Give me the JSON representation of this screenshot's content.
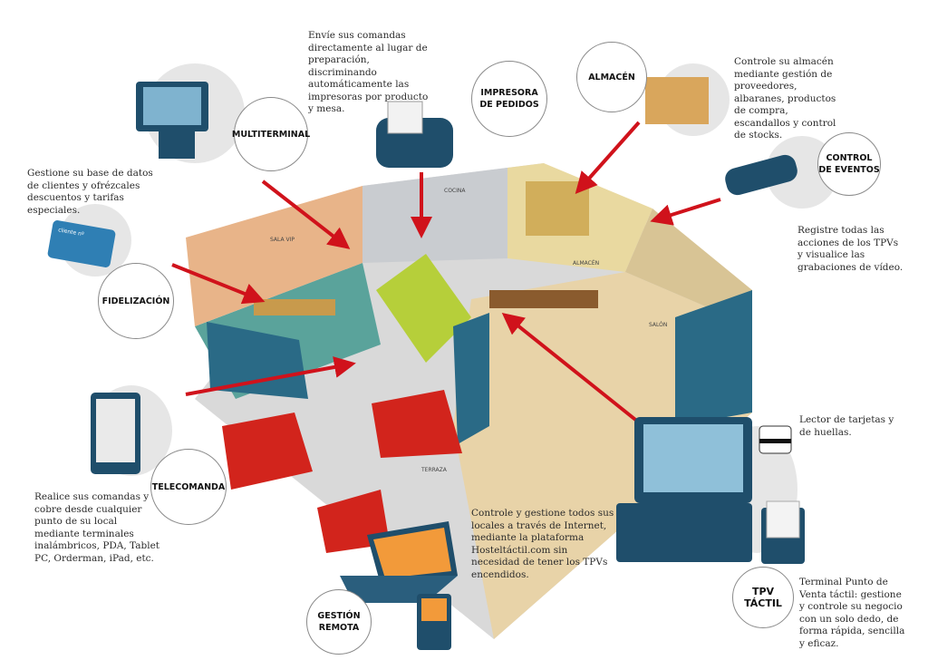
{
  "features": [
    {
      "id": "multiterminal",
      "title": "MULTITERMINAL",
      "text": "Envíe sus comandas directamente al lugar de preparación, discriminando automáticamente las impresoras por producto y mesa."
    },
    {
      "id": "impresora",
      "title_lines": [
        "IMPRESORA",
        "DE PEDIDOS"
      ]
    },
    {
      "id": "almacen",
      "title": "ALMACÉN",
      "text": "Controle su almacén mediante gestión de proveedores, albaranes, productos de compra, escandallos y control de stocks."
    },
    {
      "id": "control",
      "title_lines": [
        "CONTROL",
        "DE EVENTOS"
      ],
      "text": "Registre todas las acciones de los TPVs y visualice las grabaciones de vídeo."
    },
    {
      "id": "fidelizacion",
      "title": "FIDELIZACIÓN",
      "text": "Gestione su base de datos de clientes y ofrézcales descuentos y tarifas especiales."
    },
    {
      "id": "telecomanda",
      "title": "TELECOMANDA",
      "text": "Realice sus comandas y cobre desde cualquier punto de su local mediante terminales inalámbricos, PDA, Tablet PC, Orderman, iPad, etc."
    },
    {
      "id": "gestion",
      "title_lines": [
        "GESTIÓN",
        "REMOTA"
      ],
      "text": "Controle y gestione todos sus locales a través de Internet, mediante la plataforma Hosteltáctil.com sin necesidad de tener los TPVs encendidos."
    },
    {
      "id": "tpv",
      "title_lines": [
        "TPV",
        "TÁCTIL"
      ],
      "text": "Terminal Punto de Venta táctil: gestione y controle su negocio con un solo dedo, de forma rápida, sencilla y eficaz."
    }
  ],
  "card_reader_text": "Lector de tarjetas y de huellas.",
  "card_label": "cliente nº",
  "rooms": {
    "sala_vip": "SALA VIP",
    "cocina": "COCINA",
    "almacen": "ALMACÉN",
    "salon": "SALÓN",
    "terraza": "TERRAZA"
  },
  "colors": {
    "device": "#1f4e6b",
    "arrow": "#d0121b",
    "floor": "#e8d3a8",
    "wall": "#2a6a86"
  }
}
